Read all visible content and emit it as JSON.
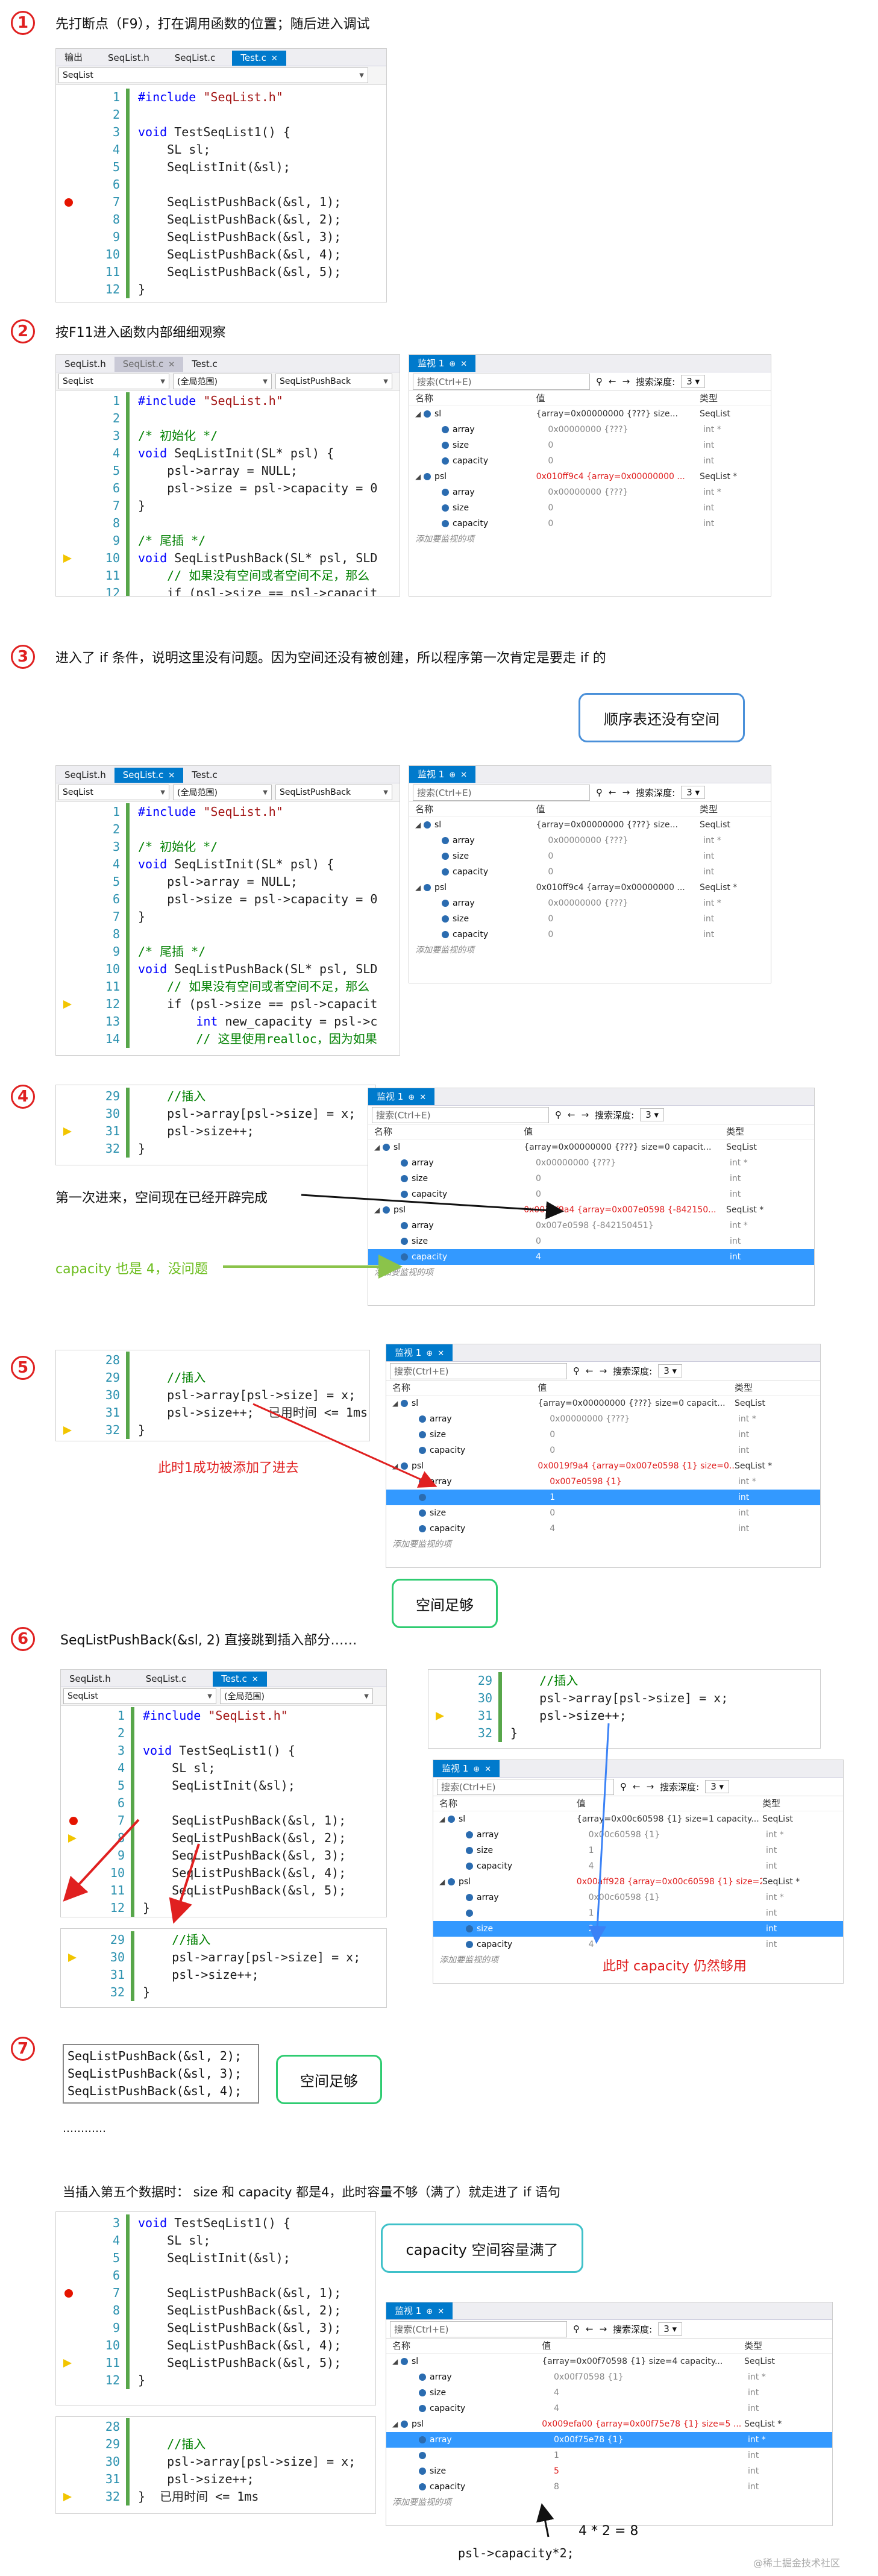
{
  "steps": [
    {
      "num": "1",
      "text": "先打断点（F9），打在调用函数的位置；随后进入调试"
    },
    {
      "num": "2",
      "text": "按F11进入函数内部细细观察"
    },
    {
      "num": "3",
      "text": "进入了 if 条件，说明这里没有问题。因为空间还没有被创建，所以程序第一次肯定是要走 if 的"
    },
    {
      "num": "4",
      "text": ""
    },
    {
      "num": "5",
      "text": ""
    },
    {
      "num": "6",
      "text": "SeqListPushBack(&sl, 2)  直接跳到插入部分……"
    },
    {
      "num": "7",
      "text": ""
    }
  ],
  "step1": {
    "tabs": [
      "输出",
      "SeqList.h",
      "SeqList.c",
      "Test.c"
    ],
    "dropdown": "SeqList",
    "lines": [
      {
        "n": "1",
        "t": "#include \"SeqList.h\""
      },
      {
        "n": "2",
        "t": ""
      },
      {
        "n": "3",
        "t": "void TestSeqList1() {"
      },
      {
        "n": "4",
        "t": "    SL sl;"
      },
      {
        "n": "5",
        "t": "    SeqListInit(&sl);"
      },
      {
        "n": "6",
        "t": ""
      },
      {
        "n": "7",
        "t": "    SeqListPushBack(&sl, 1);"
      },
      {
        "n": "8",
        "t": "    SeqListPushBack(&sl, 2);"
      },
      {
        "n": "9",
        "t": "    SeqListPushBack(&sl, 3);"
      },
      {
        "n": "10",
        "t": "    SeqListPushBack(&sl, 4);"
      },
      {
        "n": "11",
        "t": "    SeqListPushBack(&sl, 5);"
      },
      {
        "n": "12",
        "t": "}"
      }
    ]
  },
  "editor2": {
    "tabs": [
      "SeqList.h",
      "SeqList.c",
      "Test.c"
    ],
    "drops": [
      "SeqList",
      "(全局范围)",
      "SeqListPushBack"
    ],
    "lines": [
      {
        "n": "1",
        "t": "#include \"SeqList.h\""
      },
      {
        "n": "2",
        "t": ""
      },
      {
        "n": "3",
        "t": "/* 初始化 */"
      },
      {
        "n": "4",
        "t": "void SeqListInit(SL* psl) {"
      },
      {
        "n": "5",
        "t": "    psl->array = NULL;"
      },
      {
        "n": "6",
        "t": "    psl->size = psl->capacity = 0"
      },
      {
        "n": "7",
        "t": "}"
      },
      {
        "n": "8",
        "t": ""
      },
      {
        "n": "9",
        "t": "/* 尾插 */"
      },
      {
        "n": "10",
        "t": "void SeqListPushBack(SL* psl, SLD"
      },
      {
        "n": "11",
        "t": "    // 如果没有空间或者空间不足，那么"
      },
      {
        "n": "12",
        "t": "    if (psl->size == psl->capacit"
      },
      {
        "n": "13",
        "t": "        int new_capacity = psl->c"
      },
      {
        "n": "14",
        "t": "        // 这里使用realloc，因为如果"
      }
    ]
  },
  "watch": {
    "title": "监视 1",
    "search": "搜索(Ctrl+E)",
    "depth_label": "搜索深度:",
    "depth": "3",
    "headers": [
      "名称",
      "值",
      "类型"
    ],
    "add": "添加要监视的项"
  },
  "watch2_rows": [
    {
      "n": "sl",
      "v": "{array=0x00000000 {???} size...",
      "t": "SeqList"
    },
    {
      "n": "array",
      "v": "0x00000000 {???}",
      "t": "int *"
    },
    {
      "n": "size",
      "v": "0",
      "t": "int"
    },
    {
      "n": "capacity",
      "v": "0",
      "t": "int"
    },
    {
      "n": "psl",
      "v": "0x010ff9c4 {array=0x00000000 ...",
      "t": "SeqList *"
    },
    {
      "n": "array",
      "v": "0x00000000 {???}",
      "t": "int *"
    },
    {
      "n": "size",
      "v": "0",
      "t": "int"
    },
    {
      "n": "capacity",
      "v": "0",
      "t": "int"
    }
  ],
  "callout3": "顺序表还没有空间",
  "step4": {
    "lines": [
      {
        "n": "29",
        "t": "    //插入"
      },
      {
        "n": "30",
        "t": "    psl->array[psl->size] = x;"
      },
      {
        "n": "31",
        "t": "    psl->size++;"
      },
      {
        "n": "32",
        "t": "}"
      }
    ],
    "rows": [
      {
        "n": "sl",
        "v": "{array=0x00000000 {???} size=0 capacit...",
        "t": "SeqList"
      },
      {
        "n": "array",
        "v": "0x00000000 {???}",
        "t": "int *"
      },
      {
        "n": "size",
        "v": "0",
        "t": "int"
      },
      {
        "n": "capacity",
        "v": "0",
        "t": "int"
      },
      {
        "n": "psl",
        "v": "0x0019f9a4 {array=0x007e0598 {-842150...",
        "t": "SeqList *"
      },
      {
        "n": "array",
        "v": "0x007e0598 {-842150451}",
        "t": "int *"
      },
      {
        "n": "size",
        "v": "0",
        "t": "int"
      },
      {
        "n": "capacity",
        "v": "4",
        "t": "int"
      }
    ],
    "note1": "第一次进来，空间现在已经开辟完成",
    "note2": "capacity 也是 4，没问题"
  },
  "step5": {
    "lines": [
      {
        "n": "28",
        "t": ""
      },
      {
        "n": "29",
        "t": "    //插入"
      },
      {
        "n": "30",
        "t": "    psl->array[psl->size] = x;"
      },
      {
        "n": "31",
        "t": "    psl->size++;  已用时间 <= 1ms"
      },
      {
        "n": "32",
        "t": "}"
      }
    ],
    "rows": [
      {
        "n": "sl",
        "v": "{array=0x00000000 {???} size=0 capacit...",
        "t": "SeqList"
      },
      {
        "n": "array",
        "v": "0x00000000 {???}",
        "t": "int *"
      },
      {
        "n": "size",
        "v": "0",
        "t": "int"
      },
      {
        "n": "capacity",
        "v": "0",
        "t": "int"
      },
      {
        "n": "psl",
        "v": "0x0019f9a4 {array=0x007e0598 {1} size=0...",
        "t": "SeqList *"
      },
      {
        "n": "array",
        "v": "0x007e0598 {1}",
        "t": "int *"
      },
      {
        "n": "",
        "v": "1",
        "t": "int"
      },
      {
        "n": "size",
        "v": "0",
        "t": "int"
      },
      {
        "n": "capacity",
        "v": "4",
        "t": "int"
      }
    ],
    "note": "此时1成功被添加了进去"
  },
  "callout6": "空间足够",
  "step6": {
    "tabs": [
      "SeqList.h",
      "SeqList.c",
      "Test.c"
    ],
    "drops": [
      "SeqList",
      "(全局范围)"
    ],
    "lines_top": [
      {
        "n": "1",
        "t": "#include \"SeqList.h\""
      },
      {
        "n": "2",
        "t": ""
      },
      {
        "n": "3",
        "t": "void TestSeqList1() {"
      },
      {
        "n": "4",
        "t": "    SL sl;"
      },
      {
        "n": "5",
        "t": "    SeqListInit(&sl);"
      },
      {
        "n": "6",
        "t": ""
      },
      {
        "n": "7",
        "t": "    SeqListPushBack(&sl, 1);"
      },
      {
        "n": "8",
        "t": "    SeqListPushBack(&sl, 2);"
      },
      {
        "n": "9",
        "t": "    SeqListPushBack(&sl, 3);"
      },
      {
        "n": "10",
        "t": "    SeqListPushBack(&sl, 4);"
      },
      {
        "n": "11",
        "t": "    SeqListPushBack(&sl, 5);"
      },
      {
        "n": "12",
        "t": "}"
      }
    ],
    "lines_bottom": [
      {
        "n": "29",
        "t": "    //插入"
      },
      {
        "n": "30",
        "t": "    psl->array[psl->size] = x;"
      },
      {
        "n": "31",
        "t": "    psl->size++;"
      },
      {
        "n": "32",
        "t": "}"
      }
    ],
    "lines_right": [
      {
        "n": "29",
        "t": "    //插入"
      },
      {
        "n": "30",
        "t": "    psl->array[psl->size] = x;"
      },
      {
        "n": "31",
        "t": "    psl->size++;"
      },
      {
        "n": "32",
        "t": "}"
      }
    ],
    "rows": [
      {
        "n": "sl",
        "v": "{array=0x00c60598 {1} size=1 capacity...",
        "t": "SeqList"
      },
      {
        "n": "array",
        "v": "0x00c60598 {1}",
        "t": "int *"
      },
      {
        "n": "size",
        "v": "1",
        "t": "int"
      },
      {
        "n": "capacity",
        "v": "4",
        "t": "int"
      },
      {
        "n": "psl",
        "v": "0x00aff928 {array=0x00c60598 {1} size=2 ...",
        "t": "SeqList *"
      },
      {
        "n": "array",
        "v": "0x00c60598 {1}",
        "t": "int *"
      },
      {
        "n": "",
        "v": "1",
        "t": "int"
      },
      {
        "n": "size",
        "v": "2",
        "t": "int"
      },
      {
        "n": "capacity",
        "v": "4",
        "t": "int"
      }
    ],
    "note": "此时 capacity 仍然够用"
  },
  "step7": {
    "lines": [
      "SeqListPushBack(&sl, 2);",
      "SeqListPushBack(&sl, 3);",
      "SeqListPushBack(&sl, 4);"
    ],
    "callout": "空间足够",
    "dots": "…………"
  },
  "final": {
    "heading": "当插入第五个数据时： size 和 capacity 都是4，此时容量不够（满了）就走进了 if 语句",
    "callout": "capacity 空间容量满了",
    "lines_top": [
      {
        "n": "3",
        "t": "void TestSeqList1() {"
      },
      {
        "n": "4",
        "t": "    SL sl;"
      },
      {
        "n": "5",
        "t": "    SeqListInit(&sl);"
      },
      {
        "n": "6",
        "t": ""
      },
      {
        "n": "7",
        "t": "    SeqListPushBack(&sl, 1);"
      },
      {
        "n": "8",
        "t": "    SeqListPushBack(&sl, 2);"
      },
      {
        "n": "9",
        "t": "    SeqListPushBack(&sl, 3);"
      },
      {
        "n": "10",
        "t": "    SeqListPushBack(&sl, 4);"
      },
      {
        "n": "11",
        "t": "    SeqListPushBack(&sl, 5);"
      },
      {
        "n": "12",
        "t": "}"
      }
    ],
    "lines_bottom": [
      {
        "n": "28",
        "t": ""
      },
      {
        "n": "29",
        "t": "    //插入"
      },
      {
        "n": "30",
        "t": "    psl->array[psl->size] = x;"
      },
      {
        "n": "31",
        "t": "    psl->size++;"
      },
      {
        "n": "32",
        "t": "}  已用时间 <= 1ms"
      }
    ],
    "rows": [
      {
        "n": "sl",
        "v": "{array=0x00f70598 {1} size=4 capacity...",
        "t": "SeqList"
      },
      {
        "n": "array",
        "v": "0x00f70598 {1}",
        "t": "int *"
      },
      {
        "n": "size",
        "v": "4",
        "t": "int"
      },
      {
        "n": "capacity",
        "v": "4",
        "t": "int"
      },
      {
        "n": "psl",
        "v": "0x009efa00 {array=0x00f75e78 {1} size=5 ...",
        "t": "SeqList *"
      },
      {
        "n": "array",
        "v": "0x00f75e78 {1}",
        "t": "int *"
      },
      {
        "n": "",
        "v": "1",
        "t": "int"
      },
      {
        "n": "size",
        "v": "5",
        "t": "int"
      },
      {
        "n": "capacity",
        "v": "8",
        "t": "int"
      }
    ],
    "formula": "4 * 2 = 8",
    "code": "psl->capacity*2;",
    "watermark": "@稀土掘金技术社区"
  }
}
